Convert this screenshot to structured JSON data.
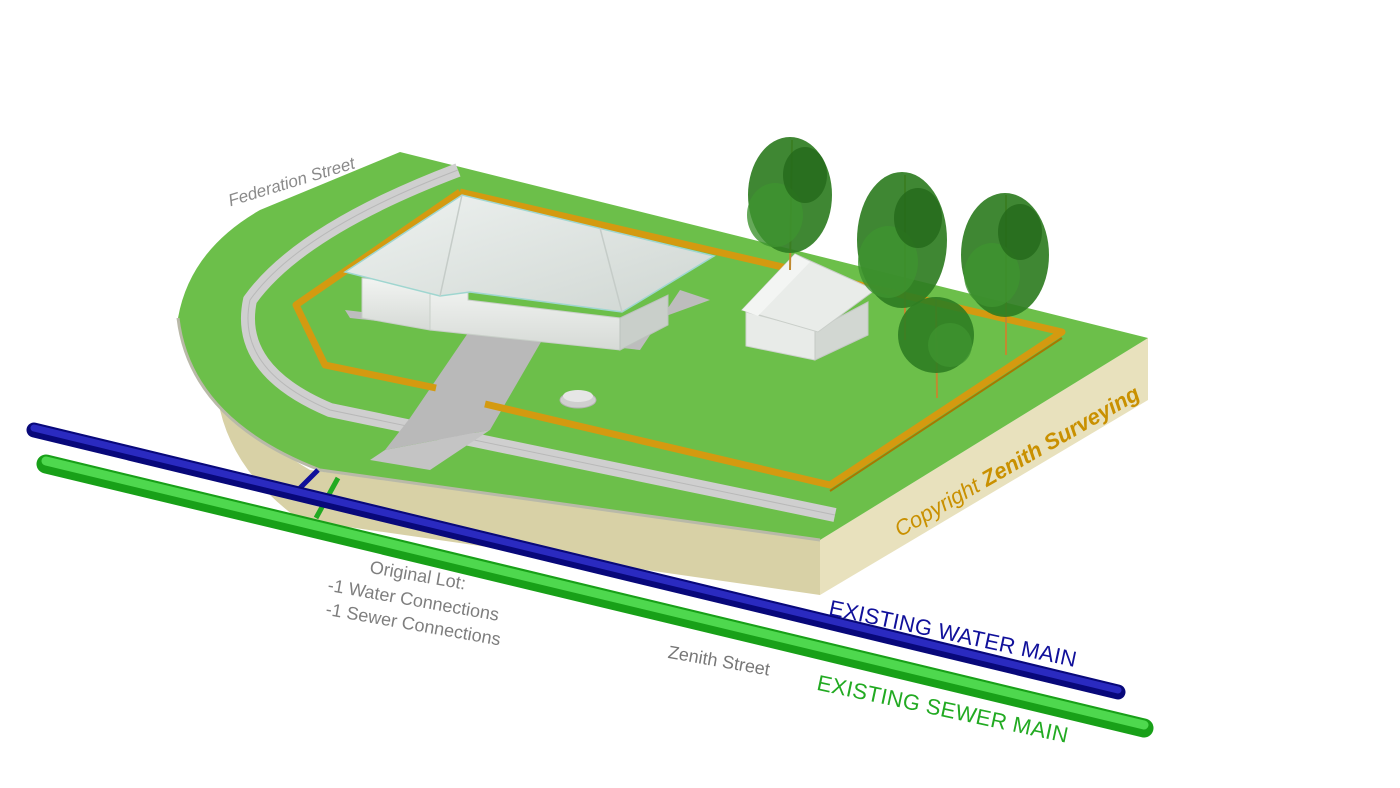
{
  "labels": {
    "federation_street": "Federation Street",
    "zenith_street": "Zenith Street",
    "original_lot_title": "Original Lot:",
    "water_connections": "-1  Water Connections",
    "sewer_connections": "-1  Sewer Connections",
    "water_main": "EXISTING WATER MAIN",
    "sewer_main": "EXISTING SEWER MAIN",
    "copyright_prefix": "Copyright ",
    "copyright_company": "Zenith Surveying"
  },
  "colors": {
    "lawn": "#6cbf4a",
    "lawn_dark": "#5aa83c",
    "soil_side": "#e6dfba",
    "soil_front": "#d9d2a8",
    "sidewalk": "#c8c8c8",
    "fence": "#d49a10",
    "water_main": "#10109a",
    "sewer_main": "#22bb22",
    "text_gray": "#808080",
    "copyright": "#c99000"
  }
}
